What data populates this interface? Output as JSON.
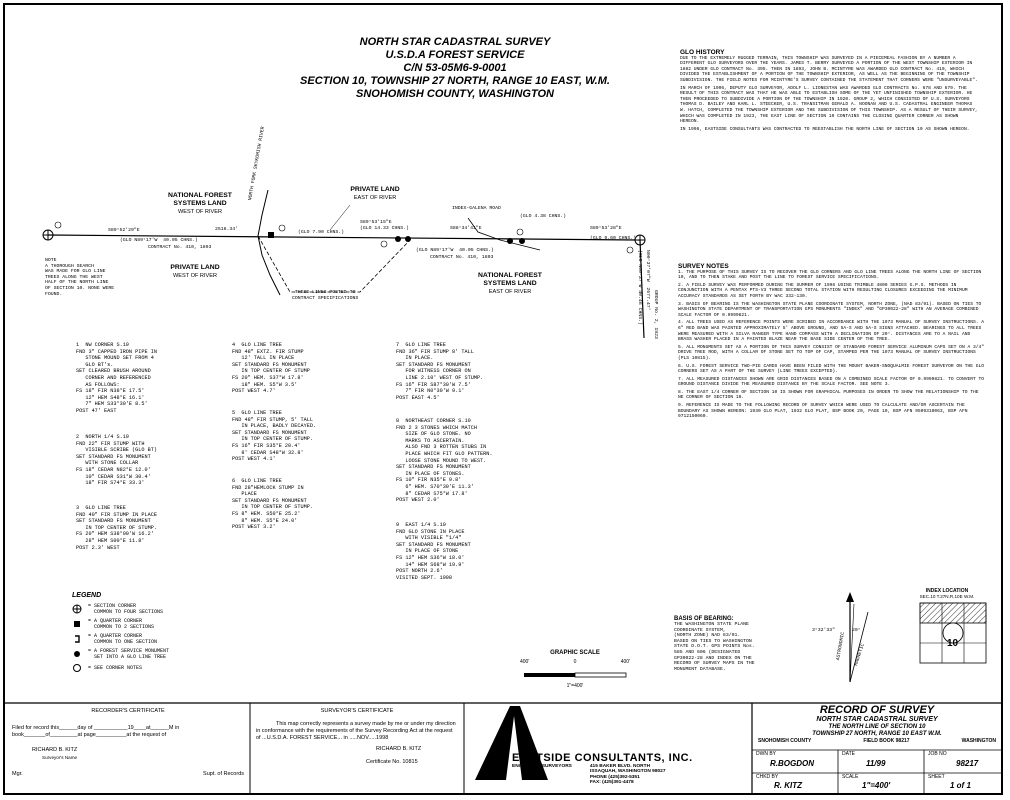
{
  "title": {
    "line1": "NORTH STAR CADASTRAL SURVEY",
    "line2": "U.S.D.A FOREST SERVICE",
    "line3": "C/N 53-05M6-9-0001",
    "line4": "SECTION 10, TOWNSHIP 27 NORTH, RANGE 10 EAST, W.M.",
    "line5": "SNOHOMISH COUNTY, WASHINGTON"
  },
  "glo_history": {
    "heading": "GLO HISTORY",
    "p1": "DUE TO THE EXTREMELY RUGGED TERRAIN, THIS TOWNSHIP WAS SURVEYED IN A PIECEMEAL FASHION BY A NUMBER A DIFFERENT GLO SURVEYORS OVER THE YEARS. JAMES T. BERRY SURVEYED A PORTION OF THE WEST TOWNSHIP EXTERIOR IN 1882 UNDER GLO CONTRACT No. 395. THEN IN 1893, JOHN B. MCINTYRE WAS AWARDED GLO CONTRACT No. 410, WHICH DIVIDED THE ESTABLISHMENT OF A PORTION OF THE TOWNSHIP EXTERIOR, AS WELL AS THE BEGINNING OF THE TOWNSHIP SUBDIVISION. THE FIELD NOTES FOR MCINTYRE'S SURVEY CONTAINED THE STATEMENT THAT CORNERS WERE \"UNSURVEYABLE\".",
    "p2": "IN MARCH OF 1906, DEPUTY GLO SURVEYOR, ADOLF L. LIONESTAN WAS AWARDED GLO CONTRACTS No. 678 AND 679. THE RESULT OF THIS CONTRACT WAS THAT HE WAS ABLE TO ESTABLISH SOME OF THE YET UNFINISHED TOWNSHIP EXTERIOR. HE THEN PROCEEDED TO SUBDIVIDE A PORTION OF THE TOWNSHIP IN 1920. GROUP 2, WHICH CONSISTED OF U.S. SURVEYORS THOMAS D. BAILEY AND KARL L. STEECKER, U.S. TRANSITMAN GERALD A. NOONAN AND U.S. CADASTRAL ENGINEER THOMAS W. HATCH, COMPLETED THE TOWNSHIP EXTERIOR AND THE SUBDIVISION OF THIS TOWNSHIP. AS A RESULT OF THEIR SURVEY, WHICH WAS COMPLETED IN 1923, THE EAST LINE OF SECTION 10 CONTAINS THE CLOSING QUARTER CORNER AS SHOWN HEREON.",
    "p3": "IN 1998, EASTSIDE CONSULTANTS WAS CONTRACTED TO REESTABLISH THE NORTH LINE OF SECTION 10 AS SHOWN HEREON."
  },
  "survey_notes": {
    "heading": "SURVEY NOTES",
    "items": [
      "1. THE PURPOSE OF THIS SURVEY IS TO RECOVER THE GLO CORNERS AND GLO LINE TREES ALONG THE NORTH LINE OF SECTION 10, AND TO THEN STAKE AND POST THE LINE TO FOREST SERVICE SPECIFICATIONS.",
      "2. A FIELD SURVEY WAS PERFORMED DURING THE SUMMER OF 1998 USING TRIMBLE 4800 SERIES G.P.S. METHODS IN CONJUNCTION WITH A PENTAX PTS-V3 THREE SECOND TOTAL STATION WITH RESULTING CLOSURES EXCEEDING THE MINIMUM ACCURACY STANDARDS AS SET FORTH BY WAC 332-130.",
      "3. BASIS OF BEARING IS THE WASHINGTON STATE PLANE COORDINATE SYSTEM, NORTH ZONE, (NAD 83/91). BASED ON TIES TO WASHINGTON STATE DEPARTMENT OF TRANSPORTATION GPS MONUMENTS \"INDEX\" AND \"GP30022-28\" WITH AN AVERAGE COMBINED SCALE FACTOR OF 0.9999821.",
      "4. ALL TREES USED AS REFERENCE POINTS WERE SCRIBED IN ACCORDANCE WITH THE 1973 MANUAL OF SURVEY INSTRUCTIONS. A 6\" RED BAND WAS PAINTED APPROXIMATELY 5' ABOVE GROUND, AND 5A-S AND 5A-S SIGNS ATTACHED. BEARINGS TO ALL TREES WERE MEASURED WITH A SILVA RANGER TYPE HAND COMPASS WITH A DECLINATION OF 20°. DISTANCES ARE TO A NAIL AND BRASS WASHER PLACED IN A PAINTED BLAZE NEAR THE BASE SIDE CENTER OF THE TREE.",
      "5. ALL MONUMENTS SET AS A PORTION OF THIS SURVEY CONSIST OF STANDARD FOREST SERVICE ALUMINUM CAPS SET ON A 3/4\" DRIVE TREE ROD, WITH A COLLAR OF STONE SET TO TOP OF CAP, STAMPED PER THE 1973 MANUAL OF SURVEY INSTRUCTIONS (PLS 10815).",
      "6. U.S. FOREST SERVICE TWO-PIE CARDS HAVE BEEN FILED WITH THE MOUNT BAKER-SNOQUALMIE FOREST SURVEYOR ON THE GLO CORNERS SET AS A PART OF THE SURVEY (LINE TREES EXCEPTED).",
      "7. ALL MEASURED DISTANCES SHOWN ARE GRID DISTANCES BASED ON A COMBINED SCALE FACTOR OF 0.9999821. TO CONVERT TO GROUND DISTANCE DIVIDE THE MEASURED DISTANCE BY THE SCALE FACTOR. SEE NOTE 3.",
      "8. THE EAST 1/4 CORNER OF SECTION 10 IS SHOWN FOR GRAPHICAL PURPOSES IN ORDER TO SHOW THE RELATIONSHIP TO THE NE CORNER OF SECTION 10.",
      "9. REFERENCE IS MADE TO THE FOLLOWING RECORD OF SURVEY WHICH WERE USED TO CALCULATE AND/OR ASCERTAIN THE BOUNDARY AS SHOWN HEREON: 1930 GLO PLAT, 1932 GLO PLAT, BSP BOOK 20, PAGE 10, BSP AFN 9509310063, BSP AFN 9712150060."
    ]
  },
  "map_labels": {
    "nf_west": "NATIONAL FOREST",
    "nf_west2": "SYSTEMS LAND",
    "nf_west_sub": "WEST OF RIVER",
    "private_east": "PRIVATE LAND",
    "private_east_sub": "EAST OF RIVER",
    "private_west": "PRIVATE LAND",
    "private_west_sub": "WEST OF RIVER",
    "nf_east": "NATIONAL FOREST",
    "nf_east2": "SYSTEMS LAND",
    "nf_east_sub": "EAST OF RIVER",
    "index_road": "INDEX-GALENA ROAD",
    "north_fork": "NORTH FORK SKYKOMISH RIVER",
    "glo_line_west": "(GLO N89°17'W  40.05 CHNS.)",
    "contract_west": "CONTRACT No. 410, 1893",
    "glo_line_east": "(GLO N89°17'W  40.05 CHNS.)",
    "contract_east": "CONTRACT No. 410, 1893",
    "seg1": "S89°52'29\"E",
    "seg1b": "2516.34'",
    "seg2": "(GLO 7.90 CHNS.)",
    "seg3": "S89°53'15\"E",
    "seg3b": "(GLO 14.33 CHNS.)",
    "seg4": "S88°34'41\"E",
    "seg5": "(GLO 4.38 CHNS.)",
    "seg6": "S89°53'28\"E",
    "seg7": "(GLO 9.60 CHNS.)",
    "east_line": "N00°37'07\"W  2677.47'",
    "east_line2": "(GLO N00°37'W 40.46 CHNS.)",
    "group": "GROUP No. 2, 1923",
    "note": "NOTE\nA THOROUGH SEARCH\nWAS MADE FOR GLO LINE\nTREES ALONG THE WEST\nHALF OF THE NORTH LINE\nOF SECTION 10. NONE WERE\nFOUND.",
    "posted": "THESE LINES POSTED TO\nCONTRACT SPECIFICATIONS"
  },
  "corners": {
    "c1": "1  NW CORNER S.10\nFND 3\" CAPPED IRON PIPE IN\n   STONE MOUND SET FROM 4\n   GLO BT's.\nSET CLEARED BRUSH AROUND\n   CORNER AND REFERENCED\n   AS FOLLOWS:\nFS 18\" FIR N38°E 17.5'\n   12\" HEM S48°E 16.1'\n   7\" HEM S33°30'E 8.5'\nPOST 47' EAST",
    "c2": "2  NORTH 1/4 S.10\nFND 22\" FIR STUMP WITH\n   VISIBLE SCRIBE (GLO BT)\nSET STANDARD FS MONUMENT\n   WITH STONE COLLAR\nFS 18\" CEDAR N82°E 12.0'\n   10\" CEDAR S31°W 30.4'\n   18\" FIR S74°E 33.3'",
    "c3": "3  GLO LINE TREE\nFND 40\" FIR STUMP IN PLACE\nSET STANDARD FS MONUMENT\n   IN TOP CENTER OF STUMP.\nFS 20\" HEM S38°00'W 16.2'\n   28\" HEM S00°E 11.8'\nPOST 2.3' WEST",
    "c4": "4  GLO LINE TREE\nFND 48\" EXTZ. FIR STUMP\n   12' TALL IN PLACE\nSET STANDARD FS MONUMENT\n   IN TOP CENTER OF STUMP\nFS 20\" HEM. S37°W 17.8'\n   18\" HEM. S5°W 3.5'\nPOST WEST 4.7'",
    "c5": "5  GLO LINE TREE\nFND 48\" FIR STUMP, 5' TALL\n   IN PLACE, BADLY DECAYED.\nSET STANDARD FS MONUMENT\n   IN TOP CENTER OF STUMP.\nFS 16\" FIR S35°E 20.4'\n   8' CEDAR S48°W 32.8'\nPOST WEST 4.1'",
    "c6": "6  GLO LINE TREE\nFND 28\"HEMLOCK STUMP IN\n   PLACE\nSET STANDARD FS MONUMENT\n   IN TOP CENTER OF STUMP.\nFS 8\" HEM. S50°E 25.2'\n   8\" HEM. S5°E 24.0'\nPOST WEST 3.2'",
    "c7": "7  GLO LINE TREE\nFND 36\" FIR STUMP 8' TALL\n   IN PLACE.\nSET STANDARD FS MONUMENT\n   FOR WITNESS CORNER ON\n   LINE 2.10' WEST OF STUMP.\nFS 16\" FIR S87°30'W 7.5'\n   7\" FIR N0°30'W 9.1'\nPOST EAST 4.5'",
    "c8": "8  NORTHEAST CORNER S.10\nFND 2 3 STONES WHICH MATCH\n   SIZE OF GLO STONE. NO\n   MARKS TO ASCERTAIN.\n   ALSO FND 3 ROTTEN STUBS IN\n   PLACE WHICH FIT GLO PATTERN.\n   LOOSE STONE MOUND TO WEST.\nSET STANDARD FS MONUMENT\n   IN PLACE OF STONES.\nFS 10\" FIR N35°E 9.8'\n   6\" HEM. S70°30'E 11.3'\n   8\" CEDAR S75°W 17.8'\nPOST WEST 2.0'",
    "c9": "9  EAST 1/4 S.10\nFND GLO STONE IN PLACE\n   WITH VISIBLE \"1/4\"\nSET STANDARD FS MONUMENT\n   IN PLACE OF STONE\nFS 12\" HEM S36°W 18.0'\n   14\" HEM S68°W 19.9'\nPOST NORTH 2.6'\nVISITED SEPT. 1998"
  },
  "legend": {
    "heading": "LEGEND",
    "items": [
      {
        "icon": "section-corner-icon",
        "text": "= SECTION CORNER\n  COMMON TO FOUR SECTIONS"
      },
      {
        "icon": "quarter-corner-icon",
        "text": "= A QUARTER CORNER\n  COMMON TO 2 SECTIONS"
      },
      {
        "icon": "quarter-corner-one-icon",
        "text": "= A QUARTER CORNER\n  COMMON TO ONE SECTION"
      },
      {
        "icon": "fs-monument-icon",
        "text": "= A FOREST SERVICE MONUMENT\n  SET INTO A GLO LINE TREE"
      },
      {
        "icon": "corner-note-icon",
        "text": "= SEE CORNER NOTES"
      }
    ]
  },
  "scale": {
    "label": "GRAPHIC SCALE",
    "left": "400'",
    "zero": "0",
    "right": "400'",
    "ratio": "1\"=400'"
  },
  "basis": {
    "heading": "BASIS OF BEARING:",
    "text": "THE WASHINGTON STATE PLANE\nCOORDINATE SYSTEM,\n(NORTH ZONE) NAD 83/91.\nBASED ON TIES TO WASHINGTON\nSTATE D.O.T. GPS POINTS Nos.\n585 AND 606 (DESIGNATED\nGP30022-28 AND INDEX ON THE\nRECORD OF SURVEY MAPS IN THE\nMONUMENT DATABASE."
  },
  "index": {
    "heading": "INDEX LOCATION",
    "sub": "SEC.10 T.27N.R.10E W.M.",
    "section": "10"
  },
  "north": {
    "angle": "3°32'33\"",
    "grid": "GRID",
    "magnetic": "MAGNETIC",
    "astro": "ASTRONOMIC",
    "decl": "20°"
  },
  "recorder": {
    "heading": "RECORDER'S CERTIFICATE",
    "line1": "Filed for record this______day of ___________19____at______M in",
    "line2": "book_______of_________at page__________at the request of",
    "name": "RICHARD B. KITZ",
    "name_sub": "Surveyor's Name",
    "mgr": "Mgr.",
    "supt": "Supt. of Records"
  },
  "surveyor": {
    "heading": "SURVEYOR'S CERTIFICATE",
    "text": "This map correctly represents a survey made by me or under my direction in conformance with the requirements of the Survey Recording Act at the request of ...U.S.D.A. FOREST SERVICE... in .....NOV.....1998",
    "name": "RICHARD B. KITZ",
    "cert": "Certificate No. 10815"
  },
  "firm": {
    "name": "EASTSIDE CONSULTANTS, INC.",
    "sub": "ENGINEERS-SURVEYORS",
    "addr1": "415 BAKER BLVD. NORTH",
    "addr2": "ISSAQUAH, WASHINGTON 98027",
    "phone": "PHONE (425)392-5351",
    "fax": "FAX: (425)391-4478"
  },
  "record": {
    "title": "RECORD OF SURVEY",
    "sub1": "NORTH STAR CADASTRAL SURVEY",
    "sub2": "THE NORTH LINE OF SECTION 10",
    "sub3": "TOWNSHIP 27 NORTH, RANGE 10 EAST W.M.",
    "county": "SNOHOMISH COUNTY",
    "fieldbook": "FIELD BOOK 98217",
    "state": "WASHINGTON",
    "dwn_by_label": "DWN BY",
    "dwn_by": "R.BOGDON",
    "date_label": "DATE",
    "date": "11/99",
    "job_label": "JOB NO",
    "job": "98217",
    "chkd_label": "CHKD BY",
    "chkd": "R. KITZ",
    "scale_label": "SCALE",
    "scale": "1\"=400'",
    "sheet_label": "SHEET",
    "sheet": "1 of 1"
  }
}
